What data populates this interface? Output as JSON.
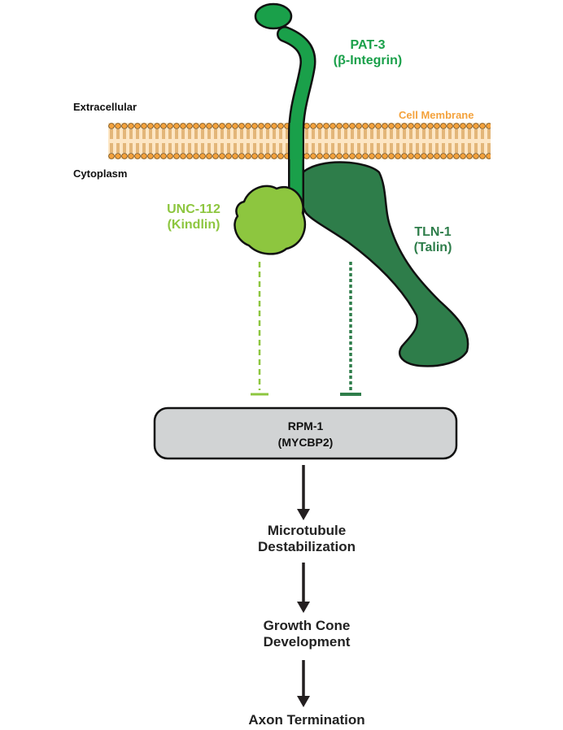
{
  "regions": {
    "extracellular": "Extracellular",
    "cytoplasm": "Cytoplasm",
    "membrane": "Cell Membrane"
  },
  "proteins": {
    "pat3": {
      "line1": "PAT-3",
      "line2": "(β-Integrin)"
    },
    "unc112": {
      "line1": "UNC-112",
      "line2": "(Kindlin)"
    },
    "tln1": {
      "line1": "TLN-1",
      "line2": "(Talin)"
    }
  },
  "target": {
    "line1": "RPM-1",
    "line2": "(MYCBP2)"
  },
  "pathway": [
    {
      "line1": "Microtubule",
      "line2": "Destabilization"
    },
    {
      "line1": "Growth Cone",
      "line2": "Development"
    },
    {
      "line1": "Axon Termination",
      "line2": ""
    }
  ],
  "colors": {
    "pat3": "#1aa04a",
    "kindlin": "#8dc63f",
    "talin": "#2e7d4a",
    "membrane": "#f4a23c",
    "target_fill": "#d1d3d4",
    "arrow": "#231f20"
  }
}
